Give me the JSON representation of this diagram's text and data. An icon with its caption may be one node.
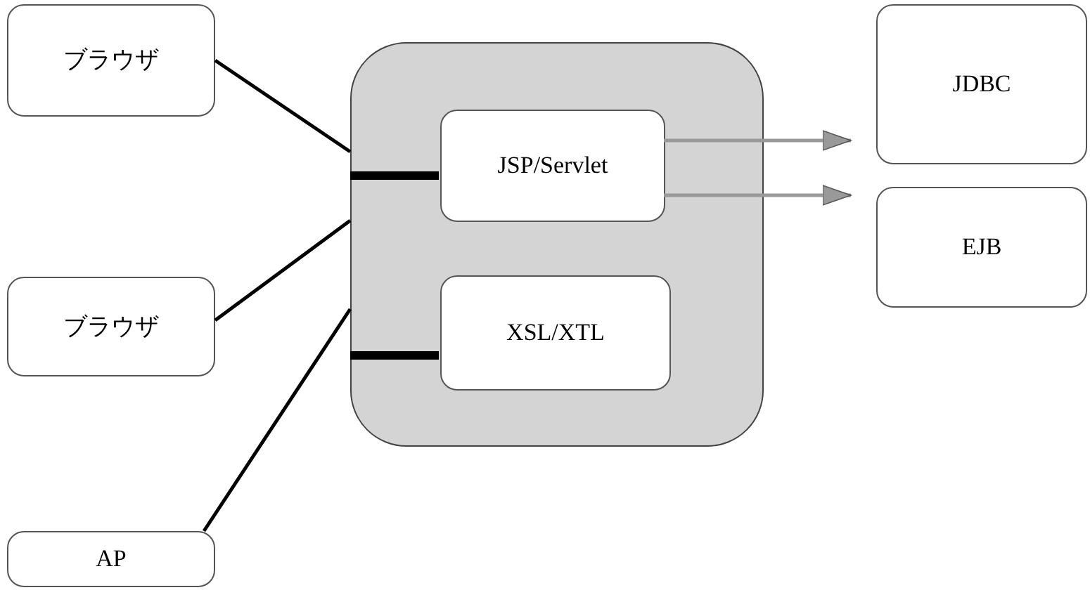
{
  "diagram": {
    "nodes": [
      {
        "text": [
          "ブラウザ"
        ]
      },
      {
        "text": [],
        "shape": "box"
      },
      {
        "text": [
          "JSP/Servlet"
        ],
        "in": 1
      },
      {
        "text": [
          "XSL/XTL"
        ],
        "in": 1
      },
      {
        "text": [
          "JDBC"
        ]
      },
      {
        "text": [
          "EJB"
        ]
      },
      {
        "text": [
          "ブラウザ"
        ]
      },
      {
        "text": [
          "AP"
        ]
      }
    ],
    "edges": [
      {
        "from": 0,
        "to": 1,
        "arrow": "none"
      },
      {
        "from": 6,
        "to": 1,
        "arrow": "none"
      },
      {
        "from": 7,
        "to": 1,
        "arrow": "none"
      },
      {
        "from": 1,
        "to": 2,
        "arrow": "none",
        "style": "thick"
      },
      {
        "from": 1,
        "to": 3,
        "arrow": "none",
        "style": "thick"
      },
      {
        "from": 2,
        "to": 4,
        "arrow": "to",
        "color": "#999999"
      },
      {
        "from": 2,
        "to": 5,
        "arrow": "to",
        "color": "#999999"
      }
    ]
  }
}
